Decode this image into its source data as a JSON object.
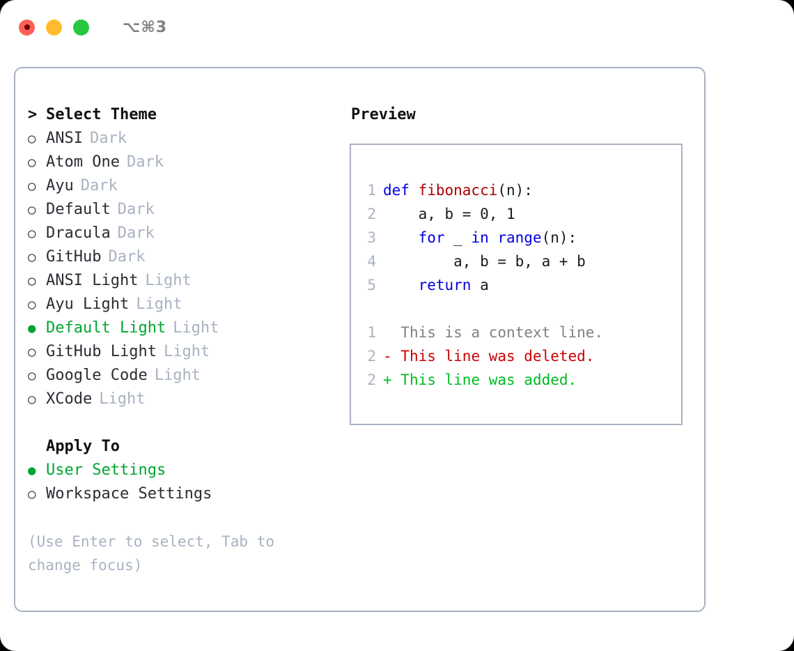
{
  "window": {
    "shortcut": "⌥⌘3",
    "traffic_lights": [
      {
        "name": "close",
        "color": "#ff5f57"
      },
      {
        "name": "minimize",
        "color": "#ffbd2e"
      },
      {
        "name": "maximize",
        "color": "#28c840"
      }
    ]
  },
  "theme_panel": {
    "header": "Select Theme",
    "header_marker": ">",
    "bullet_unselected": "○",
    "bullet_selected": "●",
    "items": [
      {
        "label": "ANSI",
        "tag": "Dark",
        "selected": false
      },
      {
        "label": "Atom One",
        "tag": "Dark",
        "selected": false
      },
      {
        "label": "Ayu",
        "tag": "Dark",
        "selected": false
      },
      {
        "label": "Default",
        "tag": "Dark",
        "selected": false
      },
      {
        "label": "Dracula",
        "tag": "Dark",
        "selected": false
      },
      {
        "label": "GitHub",
        "tag": "Dark",
        "selected": false
      },
      {
        "label": "ANSI Light",
        "tag": "Light",
        "selected": false
      },
      {
        "label": "Ayu Light",
        "tag": "Light",
        "selected": false
      },
      {
        "label": "Default Light",
        "tag": "Light",
        "selected": true
      },
      {
        "label": "GitHub Light",
        "tag": "Light",
        "selected": false
      },
      {
        "label": "Google Code",
        "tag": "Light",
        "selected": false
      },
      {
        "label": "XCode",
        "tag": "Light",
        "selected": false
      }
    ]
  },
  "apply_to": {
    "header": "Apply To",
    "items": [
      {
        "label": "User Settings",
        "selected": true
      },
      {
        "label": "Workspace Settings",
        "selected": false
      }
    ]
  },
  "hint": "(Use Enter to select, Tab to change focus)",
  "preview": {
    "title": "Preview",
    "code_lines": [
      {
        "num": "1",
        "tokens": [
          {
            "text": "def ",
            "kind": "kw"
          },
          {
            "text": "fibonacci",
            "kind": "fn"
          },
          {
            "text": "(n):",
            "kind": "plain"
          }
        ]
      },
      {
        "num": "2",
        "tokens": [
          {
            "text": "    a, b = 0, 1",
            "kind": "plain"
          }
        ]
      },
      {
        "num": "3",
        "tokens": [
          {
            "text": "    ",
            "kind": "plain"
          },
          {
            "text": "for",
            "kind": "kw"
          },
          {
            "text": " _ ",
            "kind": "plain"
          },
          {
            "text": "in range",
            "kind": "kw"
          },
          {
            "text": "(n):",
            "kind": "plain"
          }
        ]
      },
      {
        "num": "4",
        "tokens": [
          {
            "text": "        a, b = b, a + b",
            "kind": "plain"
          }
        ]
      },
      {
        "num": "5",
        "tokens": [
          {
            "text": "    ",
            "kind": "plain"
          },
          {
            "text": "return",
            "kind": "kw"
          },
          {
            "text": " a",
            "kind": "plain"
          }
        ]
      }
    ],
    "diff_lines": [
      {
        "num": "1",
        "marker": " ",
        "text": " This is a context line.",
        "kind": "ctx"
      },
      {
        "num": "2",
        "marker": "-",
        "text": " This line was deleted.",
        "kind": "del"
      },
      {
        "num": "2",
        "marker": "+",
        "text": " This line was added.",
        "kind": "add"
      }
    ]
  },
  "colors": {
    "accent_green": "#00a632",
    "muted": "#a8b2c1",
    "keyword": "#0000dd",
    "function": "#aa0000",
    "diff_add": "#00bb22",
    "diff_del": "#cc0000",
    "border": "#a8b2c1"
  }
}
